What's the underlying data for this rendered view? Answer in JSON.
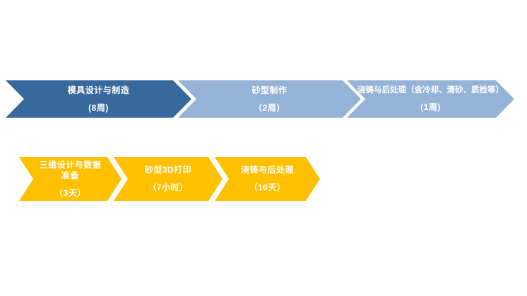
{
  "colors": {
    "dark_blue": "#38699D",
    "light_blue": "#95B3D7",
    "gold": "#FFC000",
    "text": "#FFFFFF",
    "background": "#FFFFFF"
  },
  "rows": [
    {
      "id": "traditional-process",
      "steps": [
        {
          "label": "模具设计与制造",
          "duration": "(8周)"
        },
        {
          "label": "砂型制作",
          "duration": "（2周）"
        },
        {
          "label": "浇铸与后处理（含冷却、清砂、质检等）",
          "duration": "(1周)"
        }
      ]
    },
    {
      "id": "sand-3d-printing-process",
      "steps": [
        {
          "label": "三维设计与数据准备",
          "duration": "（3天）"
        },
        {
          "label": "砂型3D打印",
          "duration": "（7小时）"
        },
        {
          "label": "浇铸与后处理",
          "duration": "（10天）"
        }
      ]
    }
  ]
}
